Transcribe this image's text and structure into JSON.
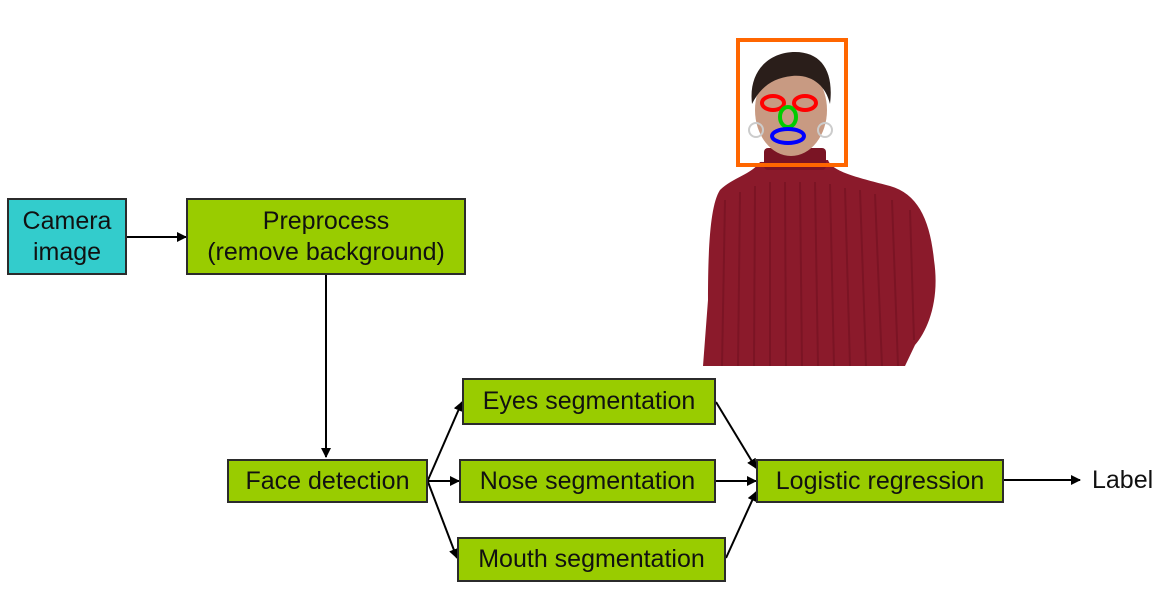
{
  "colors": {
    "input_fill": "#33CCCC",
    "process_fill": "#99CC00",
    "border": "#2b2b2b",
    "arrow": "#000000",
    "face_box": "#FF6600",
    "eye_marker": "#FF0000",
    "nose_marker": "#00CC00",
    "mouth_marker": "#0000FF",
    "sweater": "#8B1A2B"
  },
  "nodes": {
    "camera_image": {
      "line1": "Camera",
      "line2": "image"
    },
    "preprocess": {
      "line1": "Preprocess",
      "line2": "(remove background)"
    },
    "face_detection": {
      "label": "Face detection"
    },
    "eyes_segmentation": {
      "label": "Eyes segmentation"
    },
    "nose_segmentation": {
      "label": "Nose segmentation"
    },
    "mouth_segmentation": {
      "label": "Mouth segmentation"
    },
    "logistic_regression": {
      "label": "Logistic regression"
    }
  },
  "output": {
    "label": "Label"
  }
}
